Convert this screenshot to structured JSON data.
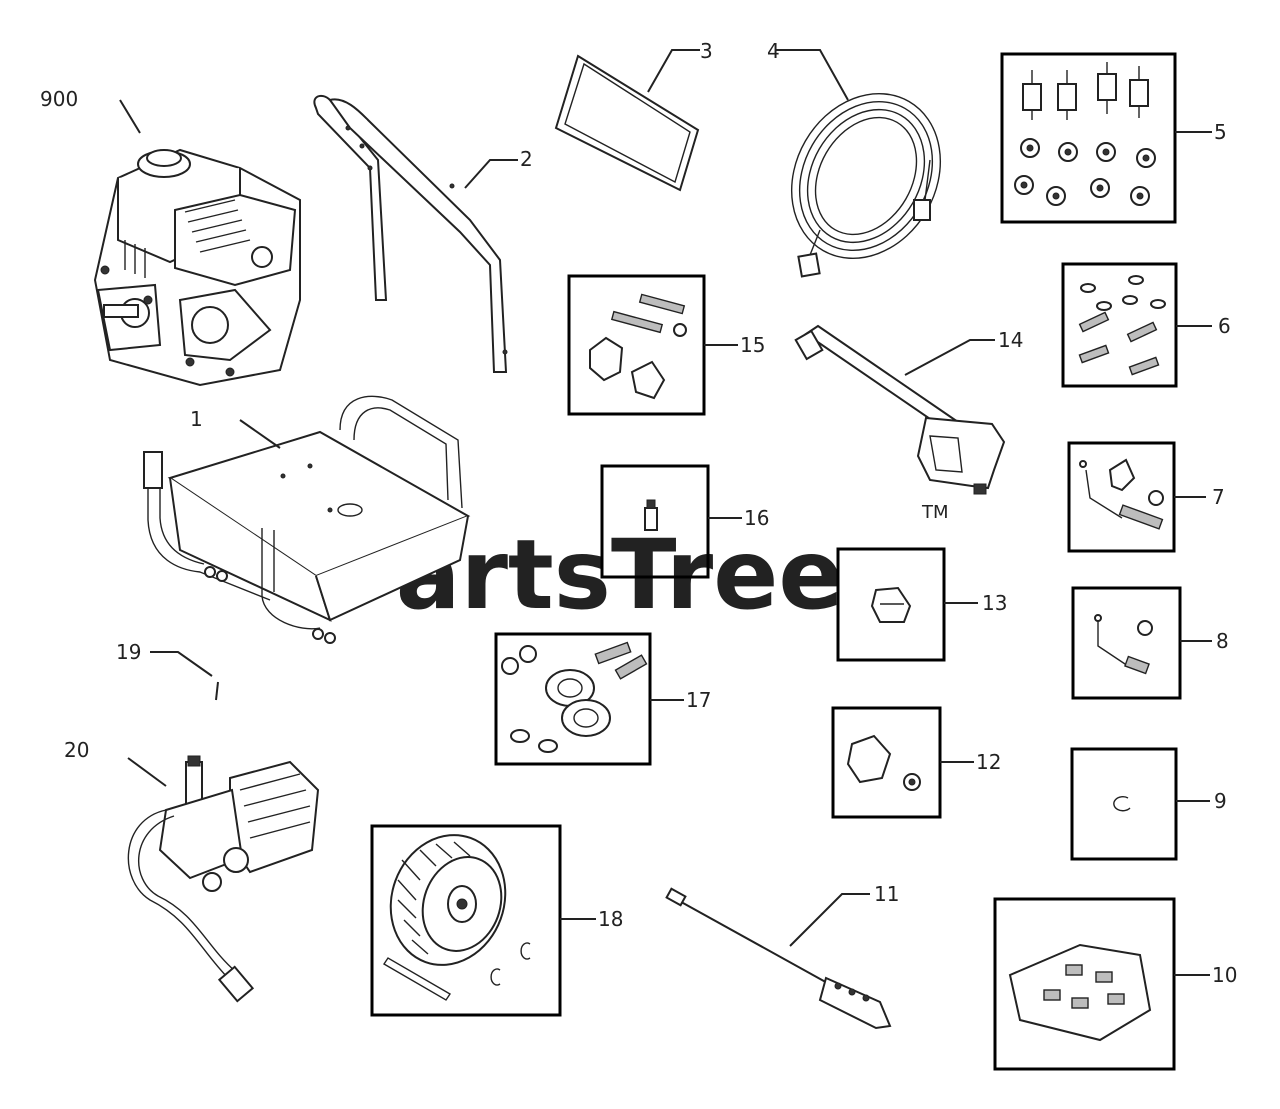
{
  "watermark": {
    "text": "PartsTree",
    "tm": "TM"
  },
  "callouts": {
    "engine": "900",
    "frame": "1",
    "handle": "2",
    "manual": "3",
    "hose": "4",
    "kit5": "5",
    "kit6": "6",
    "kit7": "7",
    "kit8": "8",
    "kit9": "9",
    "kit10": "10",
    "wand": "11",
    "kit12": "12",
    "kit13": "13",
    "gun": "14",
    "kit15": "15",
    "kit16": "16",
    "kit17": "17",
    "wheel_kit": "18",
    "pin": "19",
    "pump": "20"
  }
}
